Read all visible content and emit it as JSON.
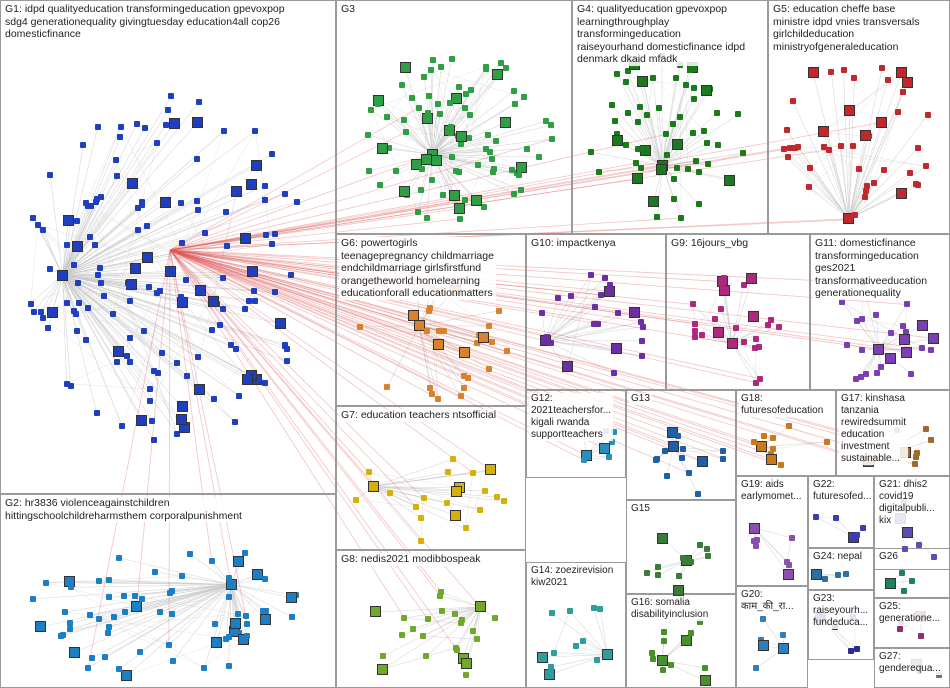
{
  "diagram": {
    "type": "network-graph",
    "colors": {
      "edge": "#c9c9c9",
      "cross_edge": "#e05555",
      "box_border": "#9a9a9a"
    },
    "groups": [
      {
        "id": "G1",
        "text": "G1: idpd qualityeducation transformingeducation gpevoxpop\nsdg4 generationequality givingtuesday education4all cop26\ndomesticfinance",
        "color": "#1f3fbf"
      },
      {
        "id": "G2",
        "text": "G2: hr3836 violenceagainstchildren\nhittingschoolchildreharmsthem corporalpunishment",
        "color": "#1a7fc4"
      },
      {
        "id": "G3",
        "text": "G3",
        "color": "#2f9e44"
      },
      {
        "id": "G4",
        "text": "G4: qualityeducation gpevoxpop\nlearningthroughplay\ntransformingeducation\nraiseyourhand domesticfinance idpd\ndenmark dkaid mfadk",
        "color": "#1b7a1b"
      },
      {
        "id": "G5",
        "text": "G5: education cheffe base\nministre idpd vnies transversals\ngirlchildeducation\nministryofgeneraleducation",
        "color": "#c0282d"
      },
      {
        "id": "G6",
        "text": "G6: powertogirls\nteenagepregnancy childmarriage\nendchildmarriage girlsfirstfund\norangetheworld homelearning\neducationforall educationmatters",
        "color": "#d9822b"
      },
      {
        "id": "G7",
        "text": "G7: education teachers ntsofficial",
        "color": "#d4b106"
      },
      {
        "id": "G8",
        "text": "G8: nedis2021 modibbospeak",
        "color": "#6fa82b"
      },
      {
        "id": "G9",
        "text": "G9: 16jours_vbg",
        "color": "#b0277e"
      },
      {
        "id": "G10",
        "text": "G10: impactkenya",
        "color": "#6b2fa3"
      },
      {
        "id": "G11",
        "text": "G11: domesticfinance\ntransformingeducation\nges2021\ntransformativeeducation\ngenerationequality",
        "color": "#7b3fb5"
      },
      {
        "id": "G12",
        "text": "G12:\n2021teachersfor...\nkigali rwanda\nsupportteachers",
        "color": "#2a8fbd"
      },
      {
        "id": "G13",
        "text": "G13",
        "color": "#1f5fa8"
      },
      {
        "id": "G14",
        "text": "G14: zoezirevision\nkiw2021",
        "color": "#2c9e9e"
      },
      {
        "id": "G15",
        "text": "G15",
        "color": "#3a7a3a"
      },
      {
        "id": "G16",
        "text": "G16: somalia\ndisabilityinclusion",
        "color": "#4a8f2f"
      },
      {
        "id": "G17",
        "text": "G17: kinshasa\ntanzania\nrewiredsummit\neducation\ninvestment\nsustainable...",
        "color": "#a06a2a"
      },
      {
        "id": "G18",
        "text": "G18:\nfuturesofeducation",
        "color": "#c77a1e"
      },
      {
        "id": "G19",
        "text": "G19: aids\nearlymomet...",
        "color": "#8a4fb0"
      },
      {
        "id": "G20",
        "text": "G20:\nकाम_की_रा...",
        "color": "#2f7fbf"
      },
      {
        "id": "G21",
        "text": "G21: dhis2\ncovid19\ndigitalpubli...\nkix",
        "color": "#5a4fb0"
      },
      {
        "id": "G22",
        "text": "G22:\nfuturesofed...",
        "color": "#3a3fb0"
      },
      {
        "id": "G23",
        "text": "G23:\nraiseyourh...\nfundeduca...",
        "color": "#2a2a8f"
      },
      {
        "id": "G24",
        "text": "G24: nepal",
        "color": "#2f6f9f"
      },
      {
        "id": "G25",
        "text": "G25:\ngeneratione...",
        "color": "#8f2f6f"
      },
      {
        "id": "G26",
        "text": "G26",
        "color": "#1f7f5f"
      },
      {
        "id": "G27",
        "text": "G27:\ngenderequa...",
        "color": "#6f6f6f"
      }
    ]
  }
}
